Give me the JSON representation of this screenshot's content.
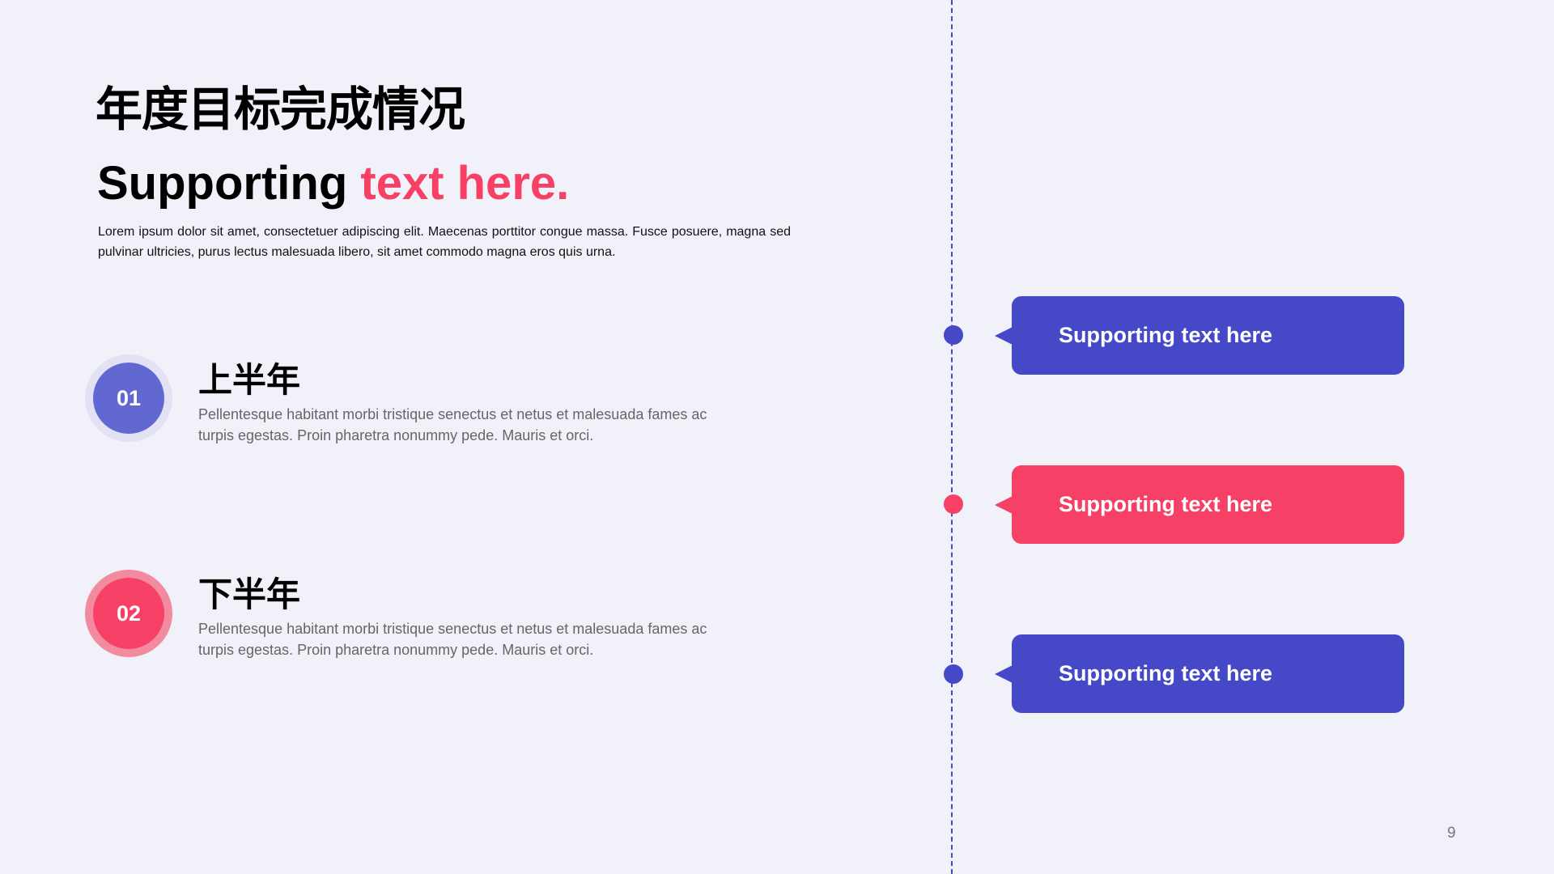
{
  "title": "年度目标完成情况",
  "subtitle": {
    "main": "Supporting ",
    "highlight": "text here."
  },
  "intro": "Lorem ipsum dolor sit amet, consectetuer adipiscing elit. Maecenas porttitor congue massa. Fusce posuere, magna sed pulvinar ultricies, purus lectus malesuada libero, sit amet commodo magna eros quis urna.",
  "items": [
    {
      "number": "01",
      "heading": "上半年",
      "text": "Pellentesque habitant morbi tristique senectus et netus et malesuada fames ac turpis egestas. Proin pharetra nonummy pede. Mauris et orci."
    },
    {
      "number": "02",
      "heading": "下半年",
      "text": "Pellentesque habitant morbi tristique senectus et netus et malesuada fames ac turpis egestas. Proin pharetra nonummy pede. Mauris et orci."
    }
  ],
  "timeline": [
    {
      "label": "Supporting text here",
      "color": "#4549c8"
    },
    {
      "label": "Supporting text here",
      "color": "#f64066"
    },
    {
      "label": "Supporting text here",
      "color": "#4549c8"
    }
  ],
  "colors": {
    "blue": "#4549c8",
    "pink": "#f64066",
    "background": "#f1f1fa"
  },
  "page_number": "9"
}
